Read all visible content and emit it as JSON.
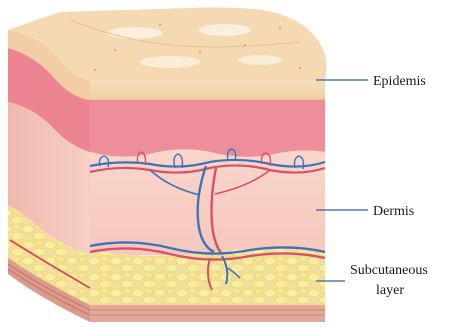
{
  "labels": {
    "epidermis": "Epidemis",
    "dermis": "Dermis",
    "subcutaneous_line1": "Subcutaneous",
    "subcutaneous_line2": "layer"
  },
  "colors": {
    "epidermis_top": "#f3d6ad",
    "epidermis_band": "#f6e0c0",
    "dermis_upper": "#ee8d99",
    "dermis": "#f7cfc4",
    "fat": "#f3e3a2",
    "fat_cell": "#f7ec98",
    "artery": "#d9506a",
    "vein": "#3f73b8",
    "leader_line": "#2f5fa8"
  },
  "icons": {
    "skin_block": "skin-cross-section-illustration"
  }
}
